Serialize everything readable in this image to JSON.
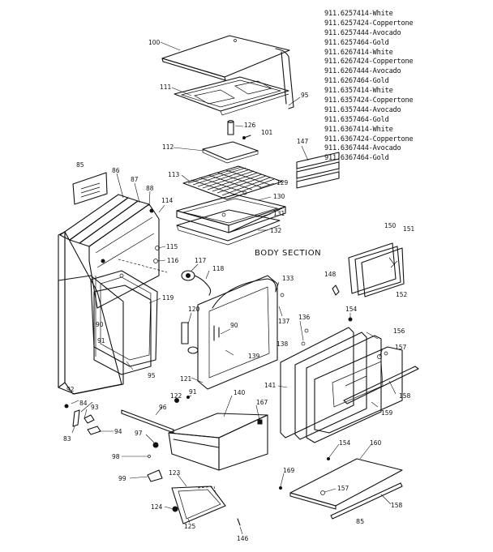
{
  "model_numbers": [
    "911.6257414-White",
    "911.6257424-Coppertone",
    "911.6257444-Avocado",
    "911.6257464-Gold",
    "911.6267414-White",
    "911.6267424-Coppertone",
    "911.6267444-Avocado",
    "911.6267464-Gold",
    "911.6357414-White",
    "911.6357424-Coppertone",
    "911.6357444-Avocado",
    "911.6357464-Gold",
    "911.6367414-White",
    "911.6367424-Coppertone",
    "911.6367444-Avocado",
    "911.6367464-Gold"
  ],
  "section_title": "BODY SECTION",
  "footer_code": "85",
  "part_labels": {
    "p100": "100",
    "p111": "111",
    "p95a": "95",
    "p126": "126",
    "p101": "101",
    "p112": "112",
    "p147": "147",
    "p85": "85",
    "p86": "86",
    "p87": "87",
    "p88": "88",
    "p113": "113",
    "p114": "114",
    "p129": "129",
    "p130": "130",
    "p131": "131",
    "p132": "132",
    "p115": "115",
    "p116": "116",
    "p117": "117",
    "p118": "118",
    "p150": "150",
    "p151": "151",
    "p152": "152",
    "p148": "148",
    "p133": "133",
    "p119": "119",
    "p120": "120",
    "p90a": "90",
    "p90b": "90",
    "p91a": "91",
    "p137": "137",
    "p136": "136",
    "p154a": "154",
    "p138": "138",
    "p156": "156",
    "p157a": "157",
    "p139": "139",
    "p95b": "95",
    "p121": "121",
    "p141": "141",
    "p92": "92",
    "p122": "122",
    "p91b": "91",
    "p140": "140",
    "p167": "167",
    "p158a": "158",
    "p84": "84",
    "p93": "93",
    "p96": "96",
    "p159": "159",
    "p83": "83",
    "p94": "94",
    "p97": "97",
    "p98": "98",
    "p154b": "154",
    "p160": "160",
    "p169": "169",
    "p99": "99",
    "p123": "123",
    "p157b": "157",
    "p158b": "158",
    "p124": "124",
    "p125": "125",
    "p146": "146"
  }
}
